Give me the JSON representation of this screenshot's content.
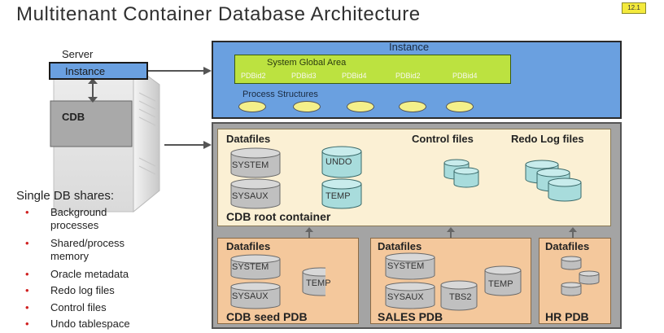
{
  "title": "Multitenant Container Database Architecture",
  "badge": "12.1",
  "server": {
    "label": "Server",
    "instance_label": "Instance",
    "cdb_label": "CDB"
  },
  "instance": {
    "title": "Instance",
    "sga_label": "System Global Area",
    "pdbids": [
      "PDBid2",
      "PDBid3",
      "PDBid4",
      "PDBid2",
      "PDBid4"
    ],
    "process_label": "Process Structures"
  },
  "root_container": {
    "datafiles_label": "Datafiles",
    "control_label": "Control files",
    "redo_label": "Redo Log files",
    "system": "SYSTEM",
    "sysaux": "SYSAUX",
    "undo": "UNDO",
    "temp": "TEMP",
    "name": "CDB root container"
  },
  "pdbs": {
    "seed": {
      "datafiles": "Datafiles",
      "system": "SYSTEM",
      "sysaux": "SYSAUX",
      "temp": "TEMP",
      "name": "CDB seed PDB"
    },
    "sales": {
      "datafiles": "Datafiles",
      "system": "SYSTEM",
      "sysaux": "SYSAUX",
      "tbs2": "TBS2",
      "temp": "TEMP",
      "name": "SALES PDB"
    },
    "hr": {
      "datafiles": "Datafiles",
      "name": "HR PDB"
    }
  },
  "shares": {
    "heading": "Single DB shares:",
    "items": [
      [
        "Background",
        "processes"
      ],
      [
        "Shared/process",
        "memory"
      ],
      [
        "Oracle metadata"
      ],
      [
        "Redo log files"
      ],
      [
        "Control files"
      ],
      [
        "Undo tablespace"
      ]
    ]
  }
}
